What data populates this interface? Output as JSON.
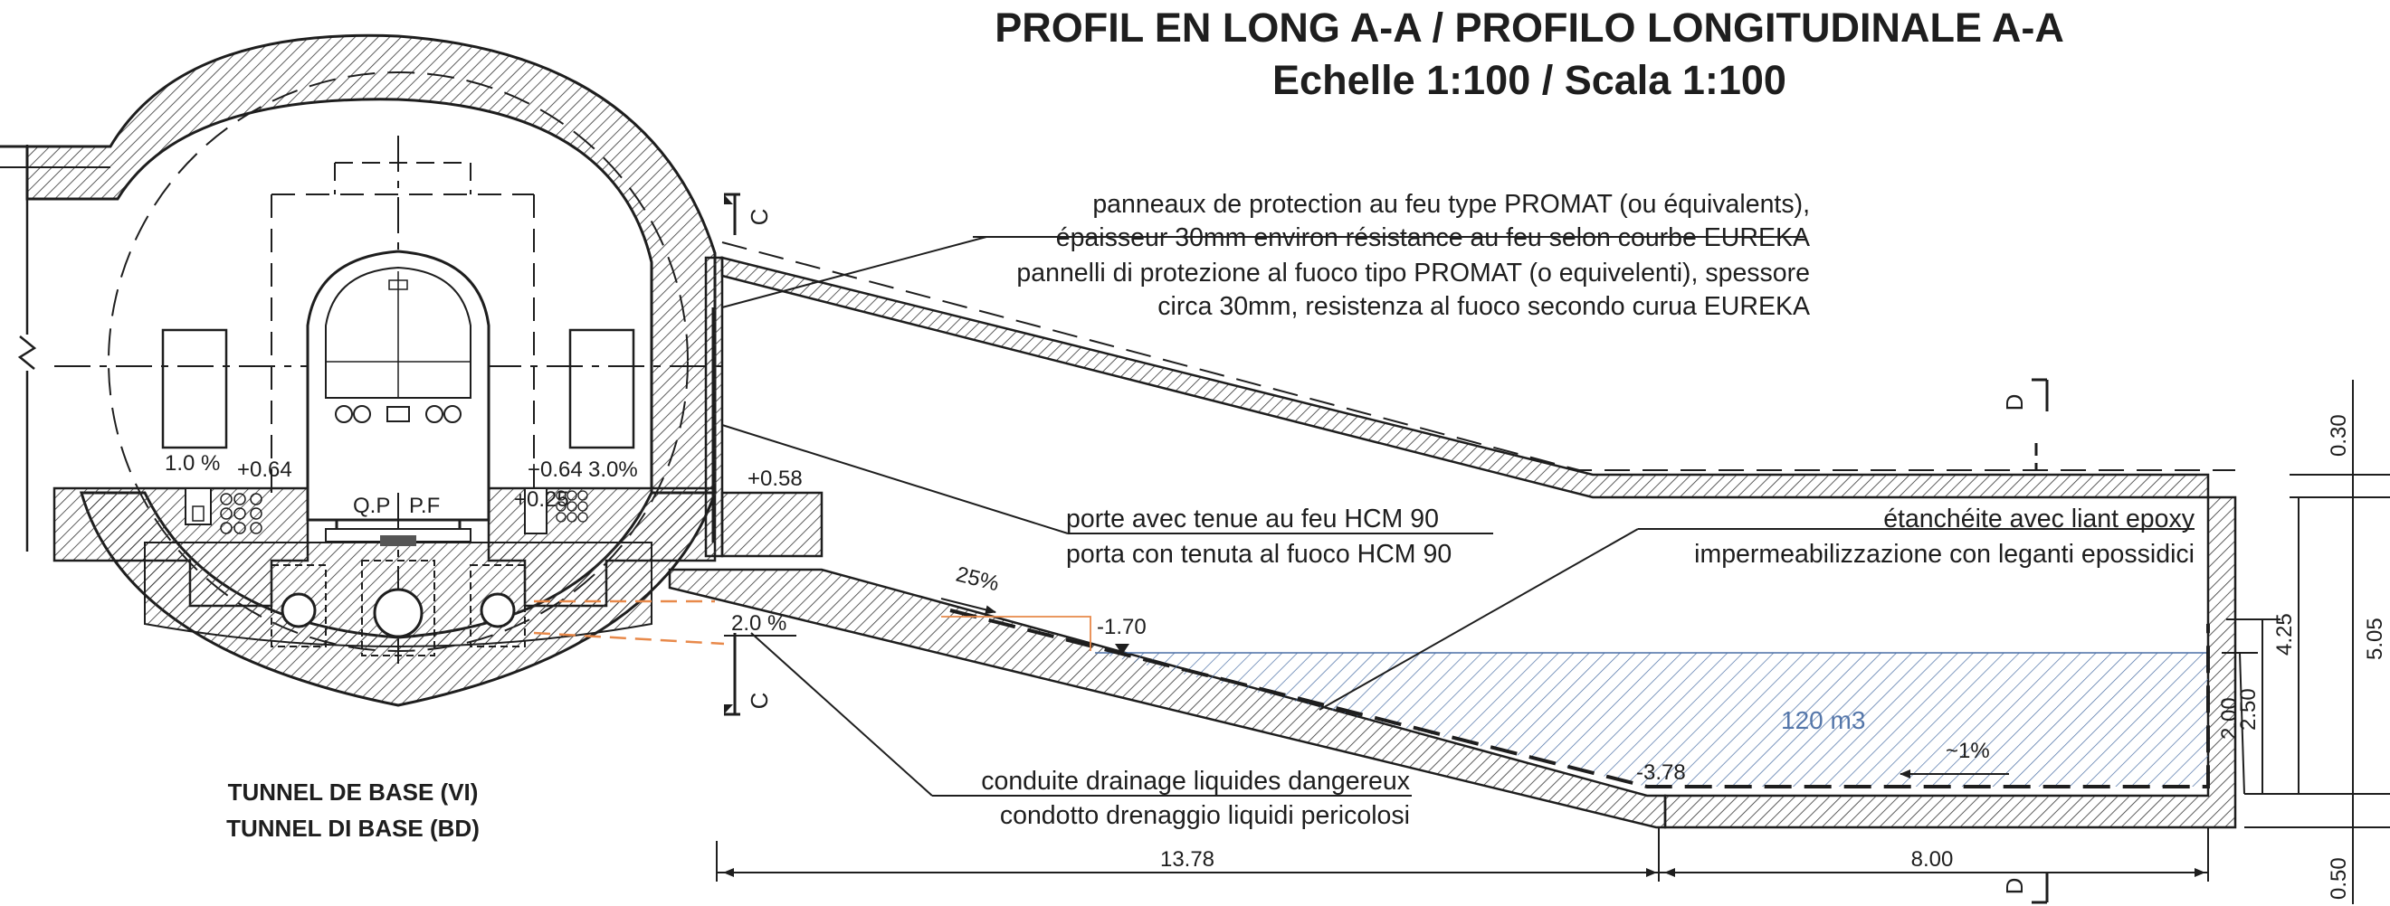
{
  "title": {
    "line1": "PROFIL EN LONG A-A / PROFILO LONGITUDINALE A-A",
    "line2": "Echelle 1:100 / Scala 1:100"
  },
  "annotations": {
    "promat": [
      "panneaux de protection au feu type PROMAT (ou équivalents),",
      "épaisseur 30mm environ résistance au feu selon courbe EUREKA",
      "pannelli di protezione al fuoco tipo PROMAT (o equivelenti), spessore",
      "circa 30mm, resistenza al fuoco secondo curua EUREKA"
    ],
    "door": [
      "porte avec tenue au feu HCM 90",
      "porta con tenuta al fuoco HCM 90"
    ],
    "epoxy": [
      "étanchéite avec liant epoxy",
      "impermeabilizzazione con leganti epossidici"
    ],
    "drainage": [
      "conduite drainage liquides dangereux",
      "condotto drenaggio liquidi pericolosi"
    ],
    "tunnel": [
      "TUNNEL DE BASE (VI)",
      "TUNNEL DI BASE (BD)"
    ]
  },
  "section_marks": {
    "c_top": "C",
    "c_bottom": "C",
    "d_top": "D",
    "d_bottom": "D"
  },
  "dimensions": {
    "left_slope": "1.0 %",
    "left_level": "+0.64",
    "right_level": "+0.64",
    "right_slope": "3.0%",
    "right_low": "+0.25",
    "qp": "Q.P",
    "pf": "P.F",
    "door_level": "+0.58",
    "slope_pipe": "2.0 %",
    "ramp_slope": "25%",
    "water_level": "-1.70",
    "bottom_level": "-3.78",
    "floor_slope": "~1%",
    "volume": "120 m3",
    "length_ramp": "13.78",
    "length_basin": "8.00",
    "v_030": "0.30",
    "v_425": "4.25",
    "v_505": "5.05",
    "v_250": "2.50",
    "v_200": "2.00",
    "v_050": "0.50"
  },
  "colors": {
    "line": "#1e1e1e",
    "water_hatch": "#4a6fa5",
    "volume_text": "#5577aa",
    "drain_orange": "#e8894a"
  }
}
